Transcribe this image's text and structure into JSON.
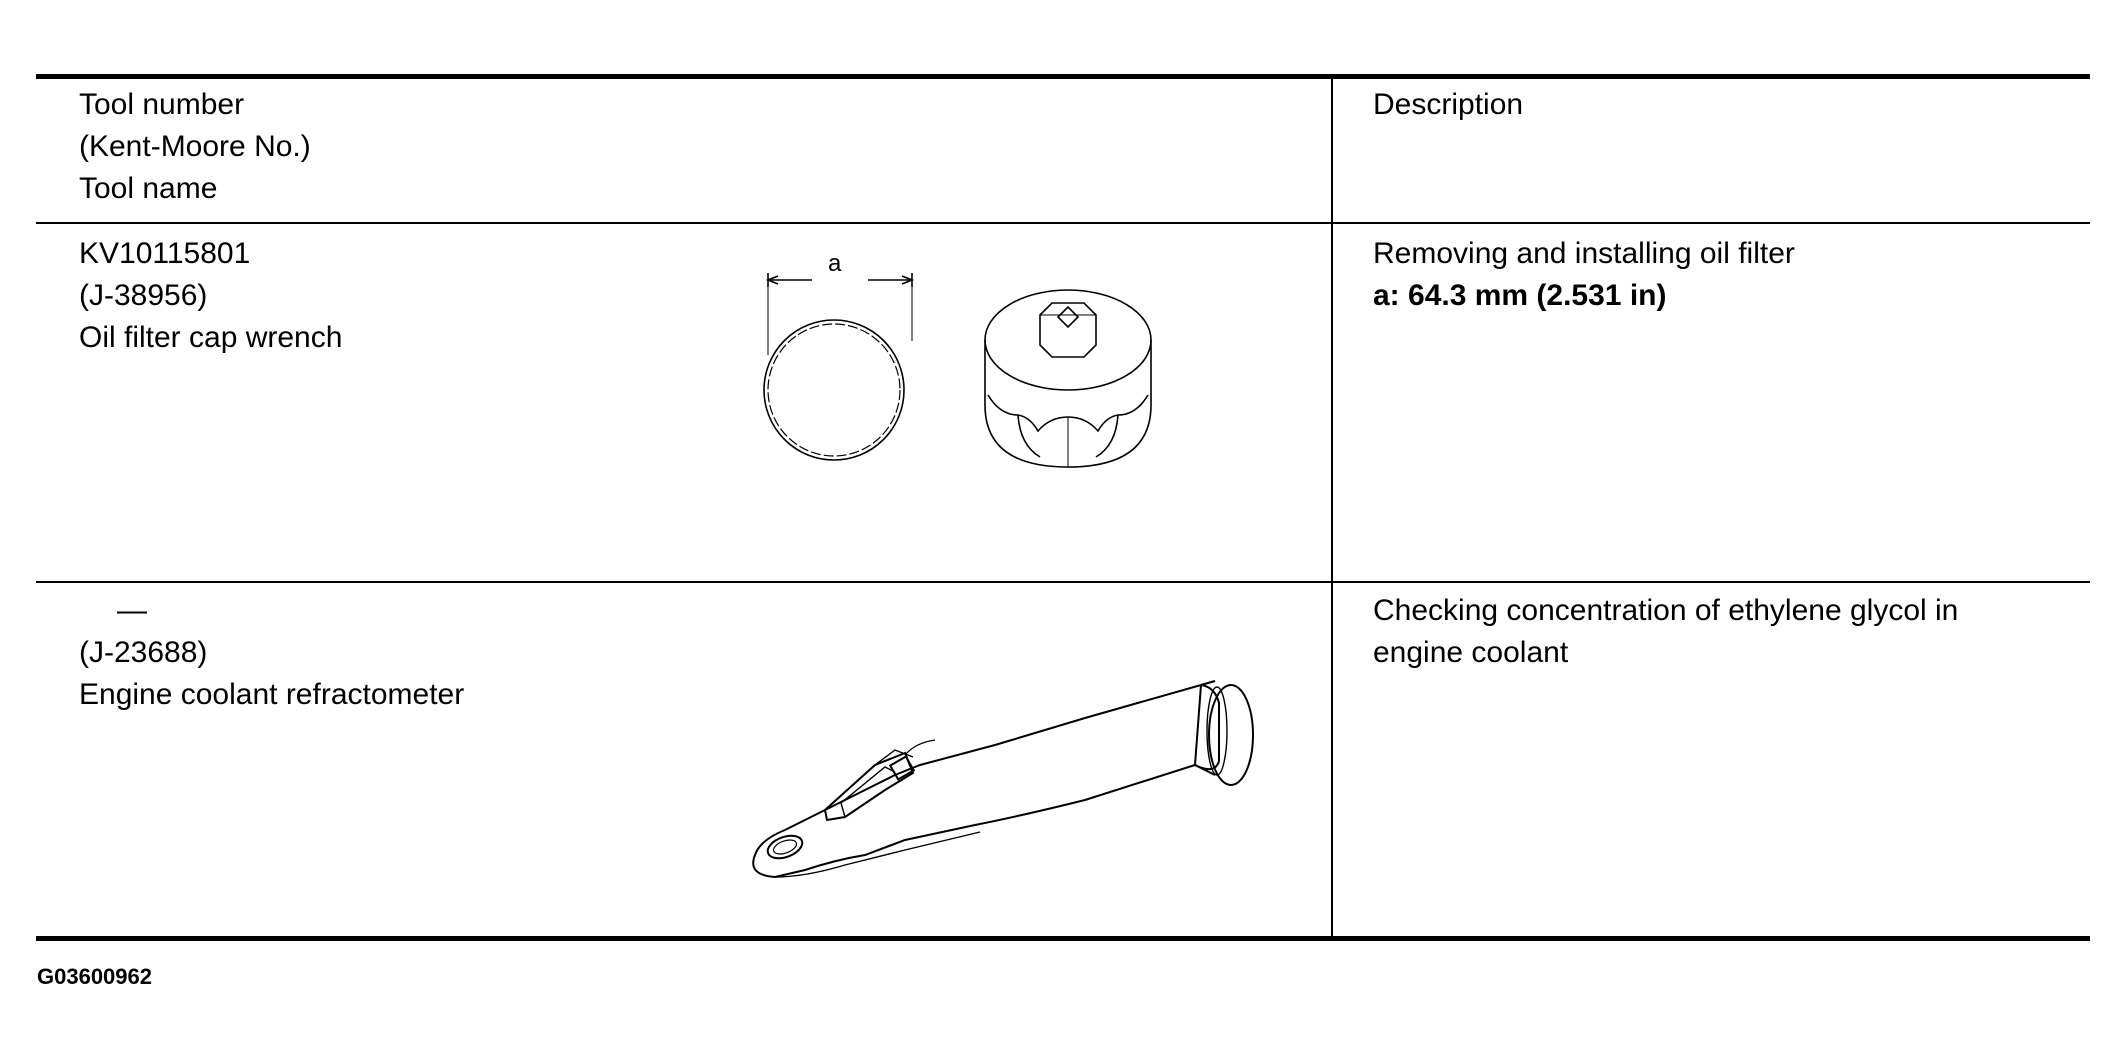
{
  "header": {
    "tool_lines": [
      "Tool number",
      "(Kent-Moore No.)",
      "Tool name"
    ],
    "description": "Description"
  },
  "rows": [
    {
      "tool_number": "KV10115801",
      "kent_moore": "(J-38956)",
      "tool_name": "Oil filter cap wrench",
      "description": "Removing and installing oil filter",
      "spec": "a: 64.3 mm (2.531 in)",
      "illustration_label": "a",
      "illustration": "oil-filter-cap-wrench"
    },
    {
      "tool_number": "—",
      "kent_moore": "(J-23688)",
      "tool_name": "Engine coolant refractometer",
      "description_lines": [
        "Checking concentration of ethylene glycol in",
        "engine coolant"
      ],
      "illustration": "engine-coolant-refractometer"
    }
  ],
  "footer": {
    "figure_id": "G03600962"
  }
}
